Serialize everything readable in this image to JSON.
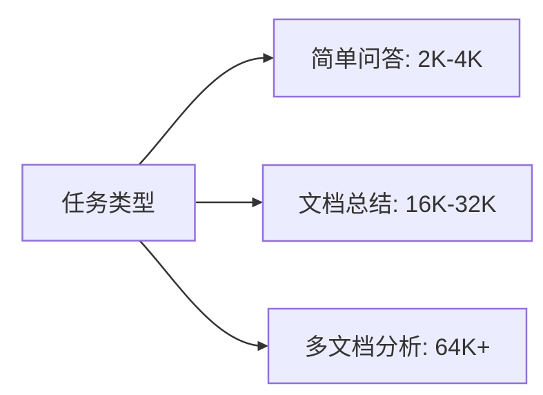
{
  "diagram": {
    "type": "flowchart",
    "direction": "left-to-right",
    "nodes": {
      "task_type": {
        "label": "任务类型"
      },
      "simple_qa": {
        "label": "简单问答: 2K-4K"
      },
      "doc_summary": {
        "label": "文档总结: 16K-32K"
      },
      "multi_doc": {
        "label": "多文档分析: 64K+"
      }
    },
    "edges": [
      {
        "from": "任务类型",
        "to": "简单问答: 2K-4K"
      },
      {
        "from": "任务类型",
        "to": "文档总结: 16K-32K"
      },
      {
        "from": "任务类型",
        "to": "多文档分析: 64K+"
      }
    ],
    "theme": {
      "node_fill": "#ECECFF",
      "node_border": "#9370DB",
      "edge_color": "#333333",
      "text_color": "#333333",
      "background": "#FFFFFF"
    }
  }
}
